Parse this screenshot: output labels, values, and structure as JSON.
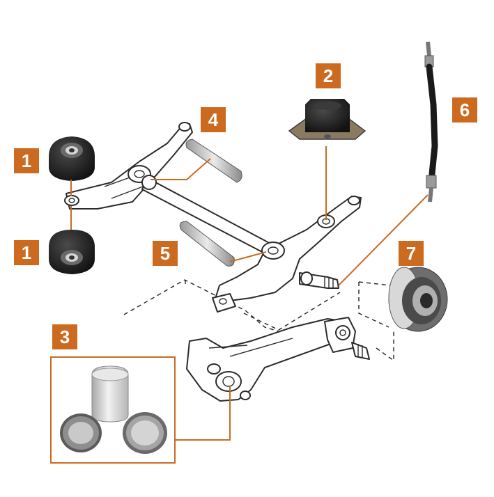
{
  "colors": {
    "accent": "#cc6a1f",
    "line": "#2b2b2b",
    "rubber": "#1e1e1e"
  },
  "callouts": [
    {
      "id": "badge-1a",
      "label": "1"
    },
    {
      "id": "badge-1b",
      "label": "1"
    },
    {
      "id": "badge-2",
      "label": "2"
    },
    {
      "id": "badge-3",
      "label": "3"
    },
    {
      "id": "badge-4",
      "label": "4"
    },
    {
      "id": "badge-5",
      "label": "5"
    },
    {
      "id": "badge-6",
      "label": "6"
    },
    {
      "id": "badge-7",
      "label": "7"
    }
  ]
}
